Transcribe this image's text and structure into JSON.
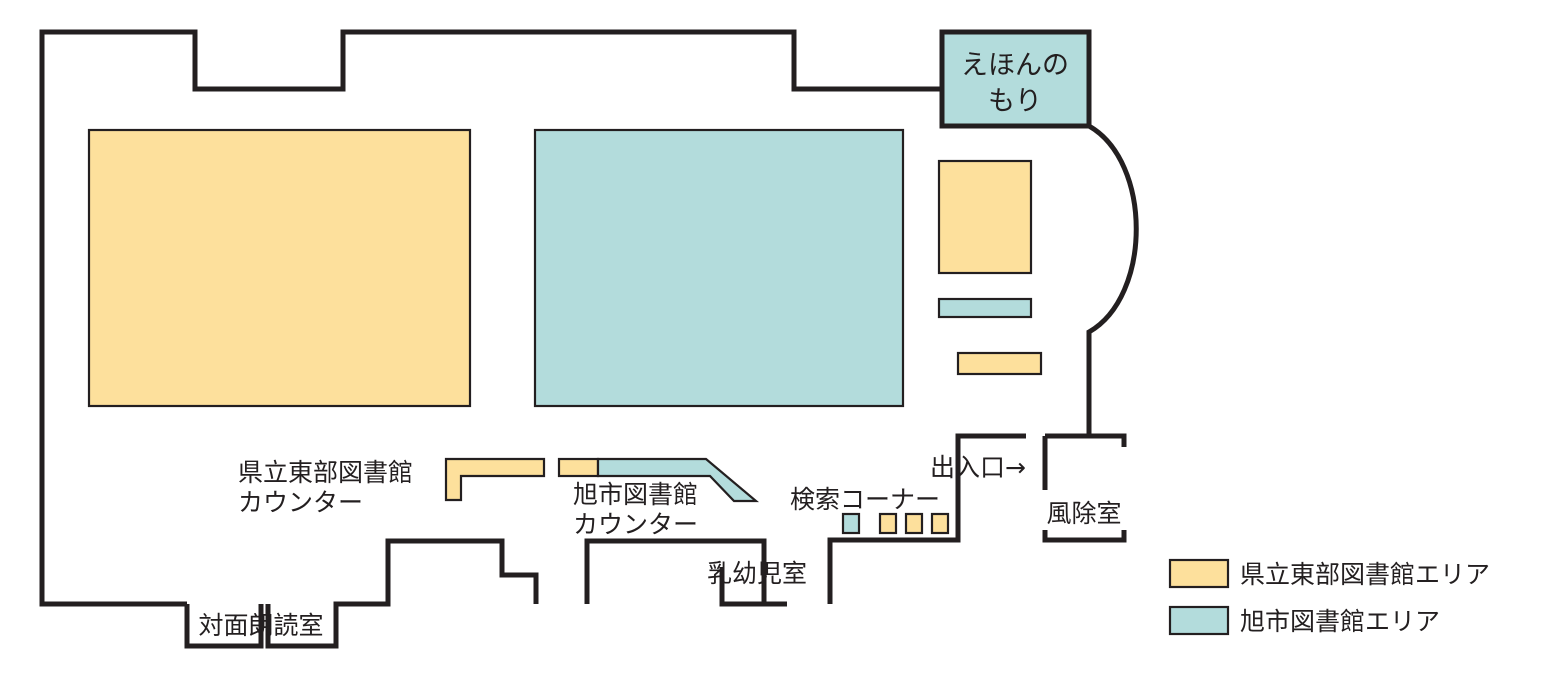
{
  "colors": {
    "prefectural_area": "#fde09c",
    "city_area": "#b3dcdc",
    "wall": "#231f20",
    "background": "#ffffff"
  },
  "labels": {
    "ehon_no_mori_line1": "えほんの",
    "ehon_no_mori_line2": "もり",
    "prefectural_counter_line1": "県立東部図書館",
    "prefectural_counter_line2": "カウンター",
    "city_counter_line1": "旭市図書館",
    "city_counter_line2": "カウンター",
    "search_corner": "検索コーナー",
    "entrance": "出入口→",
    "windbreak_room": "風除室",
    "nursery_room": "乳幼児室",
    "face_to_face_reading_room": "対面朗読室"
  },
  "legend": {
    "items": [
      {
        "label": "県立東部図書館エリア",
        "color": "#fde09c"
      },
      {
        "label": "旭市図書館エリア",
        "color": "#b3dcdc"
      }
    ]
  }
}
